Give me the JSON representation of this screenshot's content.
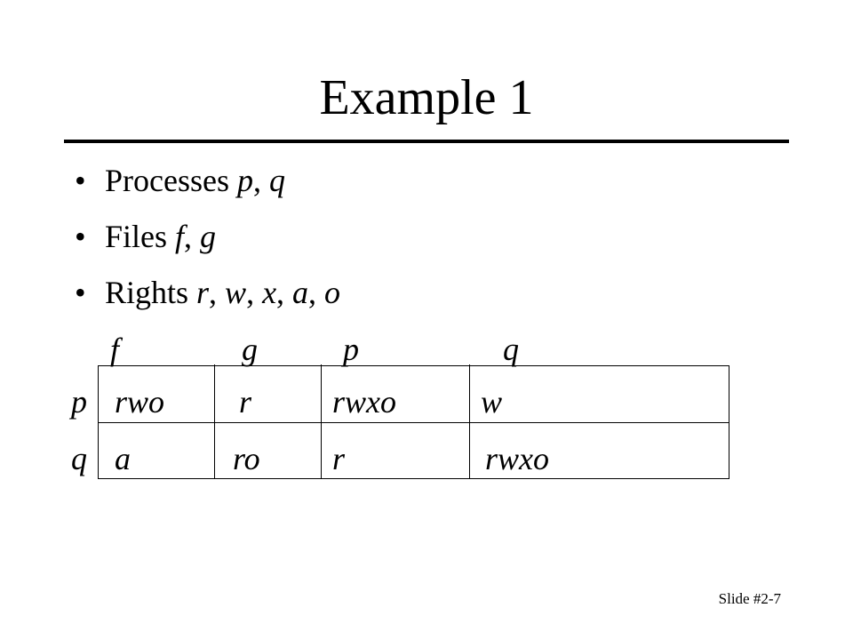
{
  "slide": {
    "title": "Example 1",
    "bullets": [
      {
        "marker": "•",
        "label": "Processes",
        "vars": [
          "p",
          "q"
        ]
      },
      {
        "marker": "•",
        "label": "Files",
        "vars": [
          "f",
          "g"
        ]
      },
      {
        "marker": "•",
        "label": "Rights",
        "vars": [
          "r",
          "w",
          "x",
          "a",
          "o"
        ]
      }
    ],
    "separator": ", ",
    "matrix": {
      "columns": [
        "f",
        "g",
        "p",
        "q"
      ],
      "rows": [
        {
          "label": "p",
          "cells": [
            "rwo",
            "r",
            "rwxo",
            "w"
          ]
        },
        {
          "label": "q",
          "cells": [
            "a",
            "ro",
            "r",
            "rwxo"
          ]
        }
      ]
    },
    "footer": "Slide #2-7"
  }
}
